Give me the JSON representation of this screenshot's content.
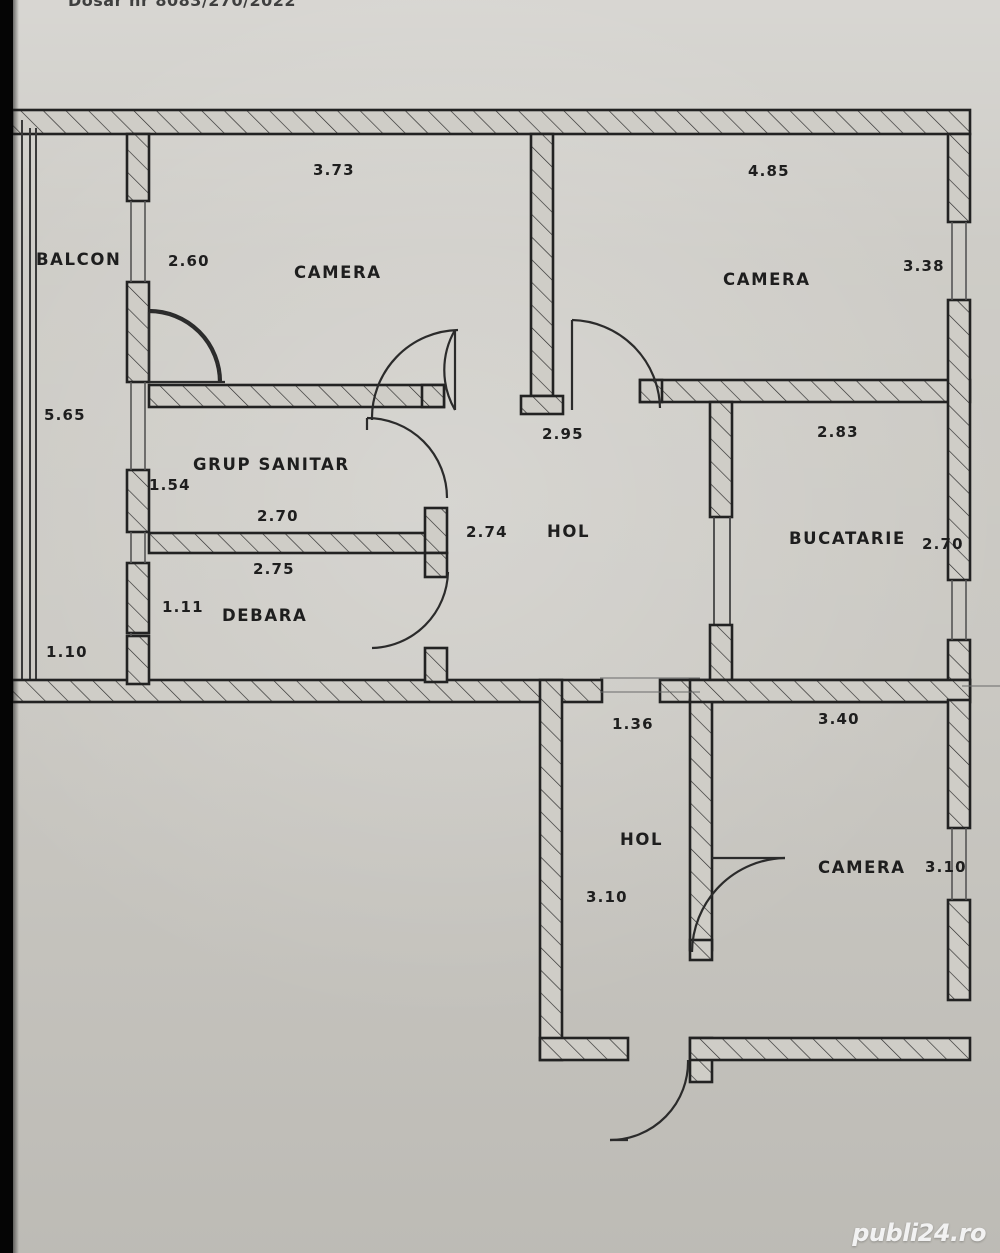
{
  "document": {
    "header_text": "Dosar nr 8083/270/2022",
    "watermark": "publi24.ro",
    "drawing_type": "architectural-floor-plan",
    "units": "meters"
  },
  "colors": {
    "paper": "#c7c5bf",
    "ink": "#1e1e1e",
    "wall_fill": "#cfcdc7",
    "watermark": "#f2f2f2",
    "frame_black": "#050505"
  },
  "rooms": [
    {
      "id": "balcon",
      "name": "BALCON",
      "dims": [
        "5.65",
        "1.10"
      ]
    },
    {
      "id": "camera-1",
      "name": "CAMERA",
      "dims": [
        "3.73",
        "2.60"
      ]
    },
    {
      "id": "camera-2",
      "name": "CAMERA",
      "dims": [
        "4.85",
        "3.38"
      ]
    },
    {
      "id": "grup-sanitar",
      "name": "GRUP SANITAR",
      "dims": [
        "2.70",
        "1.54"
      ]
    },
    {
      "id": "debara",
      "name": "DEBARA",
      "dims": [
        "2.75",
        "1.11"
      ]
    },
    {
      "id": "hol-1",
      "name": "HOL",
      "dims": [
        "2.95",
        "2.74"
      ]
    },
    {
      "id": "bucatarie",
      "name": "BUCATARIE",
      "dims": [
        "2.83",
        "2.70"
      ]
    },
    {
      "id": "hol-2",
      "name": "HOL",
      "dims": [
        "1.36",
        "3.10"
      ]
    },
    {
      "id": "camera-3",
      "name": "CAMERA",
      "dims": [
        "3.40",
        "3.10"
      ]
    }
  ],
  "labels": {
    "balcon_name": "BALCON",
    "balcon_dim_v": "5.65",
    "balcon_dim_h": "1.10",
    "camera1_name": "CAMERA",
    "camera1_dim_top": "3.73",
    "camera1_dim_left": "2.60",
    "camera2_name": "CAMERA",
    "camera2_dim_top": "4.85",
    "camera2_dim_right": "3.38",
    "grup_sanitar_name": "GRUP SANITAR",
    "grup_sanitar_dim_left": "1.54",
    "grup_sanitar_dim_bottom": "2.70",
    "debara_name": "DEBARA",
    "debara_dim_top": "2.75",
    "debara_dim_left": "1.11",
    "hol1_name": "HOL",
    "hol1_dim_top": "2.95",
    "hol1_dim_left": "2.74",
    "bucatarie_name": "BUCATARIE",
    "bucatarie_dim_top": "2.83",
    "bucatarie_dim_right": "2.70",
    "hol2_name": "HOL",
    "hol2_dim_top": "1.36",
    "hol2_dim_bottom": "3.10",
    "camera3_name": "CAMERA",
    "camera3_dim_top": "3.40",
    "camera3_dim_right": "3.10"
  }
}
